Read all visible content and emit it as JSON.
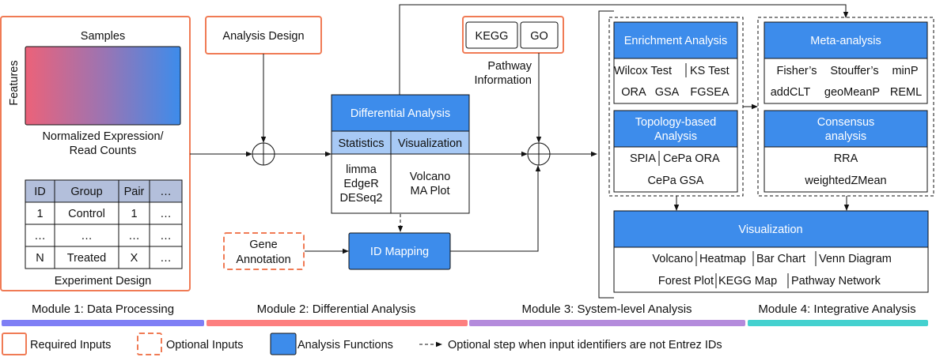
{
  "module1": {
    "heatmap": {
      "top_label": "Samples",
      "side_label": "Features",
      "caption_line1": "Normalized Expression/",
      "caption_line2": "Read Counts",
      "gradient_start": "#ec6279",
      "gradient_end": "#3d8ceb"
    },
    "experiment_table": {
      "headers": [
        "ID",
        "Group",
        "Pair",
        "…"
      ],
      "rows": [
        [
          "1",
          "Control",
          "1",
          "…"
        ],
        [
          "…",
          "…",
          "…",
          "…"
        ],
        [
          "N",
          "Treated",
          "X",
          "…"
        ]
      ],
      "caption": "Experiment Design"
    }
  },
  "module2": {
    "analysis_design": "Analysis Design",
    "differential_analysis": {
      "title": "Differential Analysis",
      "col1_header": "Statistics",
      "col2_header": "Visualization",
      "statistics": [
        "limma",
        "EdgeR",
        "DESeq2"
      ],
      "visualization": [
        "Volcano",
        "MA Plot"
      ]
    },
    "gene_annotation": [
      "Gene",
      "Annotation"
    ],
    "id_mapping": "ID Mapping"
  },
  "pathway": {
    "databases": [
      "KEGG",
      "GO"
    ],
    "label_line1": "Pathway",
    "label_line2": "Information"
  },
  "module3": {
    "enrichment": {
      "title": "Enrichment Analysis",
      "row1": [
        "Wilcox Test",
        "KS Test"
      ],
      "row2": [
        "ORA",
        "GSA",
        "FGSEA"
      ]
    },
    "topology": {
      "title_line1": "Topology-based",
      "title_line2": "Analysis",
      "row1": [
        "SPIA",
        "CePa ORA"
      ],
      "row2": [
        "CePa GSA"
      ]
    }
  },
  "module4": {
    "meta": {
      "title": "Meta-analysis",
      "row1": [
        "Fisher’s",
        "Stouffer’s",
        "minP"
      ],
      "row2": [
        "addCLT",
        "geoMeanP",
        "REML"
      ]
    },
    "consensus": {
      "title_line1": "Consensus",
      "title_line2": "analysis",
      "row1": [
        "RRA"
      ],
      "row2": [
        "weightedZMean"
      ]
    }
  },
  "visualization": {
    "title": "Visualization",
    "row1": [
      "Volcano",
      "Heatmap",
      "Bar Chart",
      "Venn Diagram"
    ],
    "row2": [
      "Forest Plot",
      "KEGG Map",
      "Pathway Network"
    ]
  },
  "modules": [
    {
      "label": "Module 1: Data Processing",
      "color": "#7f7ff5"
    },
    {
      "label": "Module 2: Differential Analysis",
      "color": "#fd7f7f"
    },
    {
      "label": "Module 3: System-level Analysis",
      "color": "#b48bdc"
    },
    {
      "label": "Module 4: Integrative Analysis",
      "color": "#44d1cf"
    }
  ],
  "legend": {
    "required": "Required Inputs",
    "optional": "Optional Inputs",
    "functions": "Analysis Functions",
    "optional_step": "Optional step when input identifiers are not Entrez IDs"
  },
  "colors": {
    "input_border": "#f07b55",
    "function_fill": "#3d8ceb",
    "subheader_fill": "#a7c9f5",
    "table_header_fill": "#b3bfdb"
  }
}
